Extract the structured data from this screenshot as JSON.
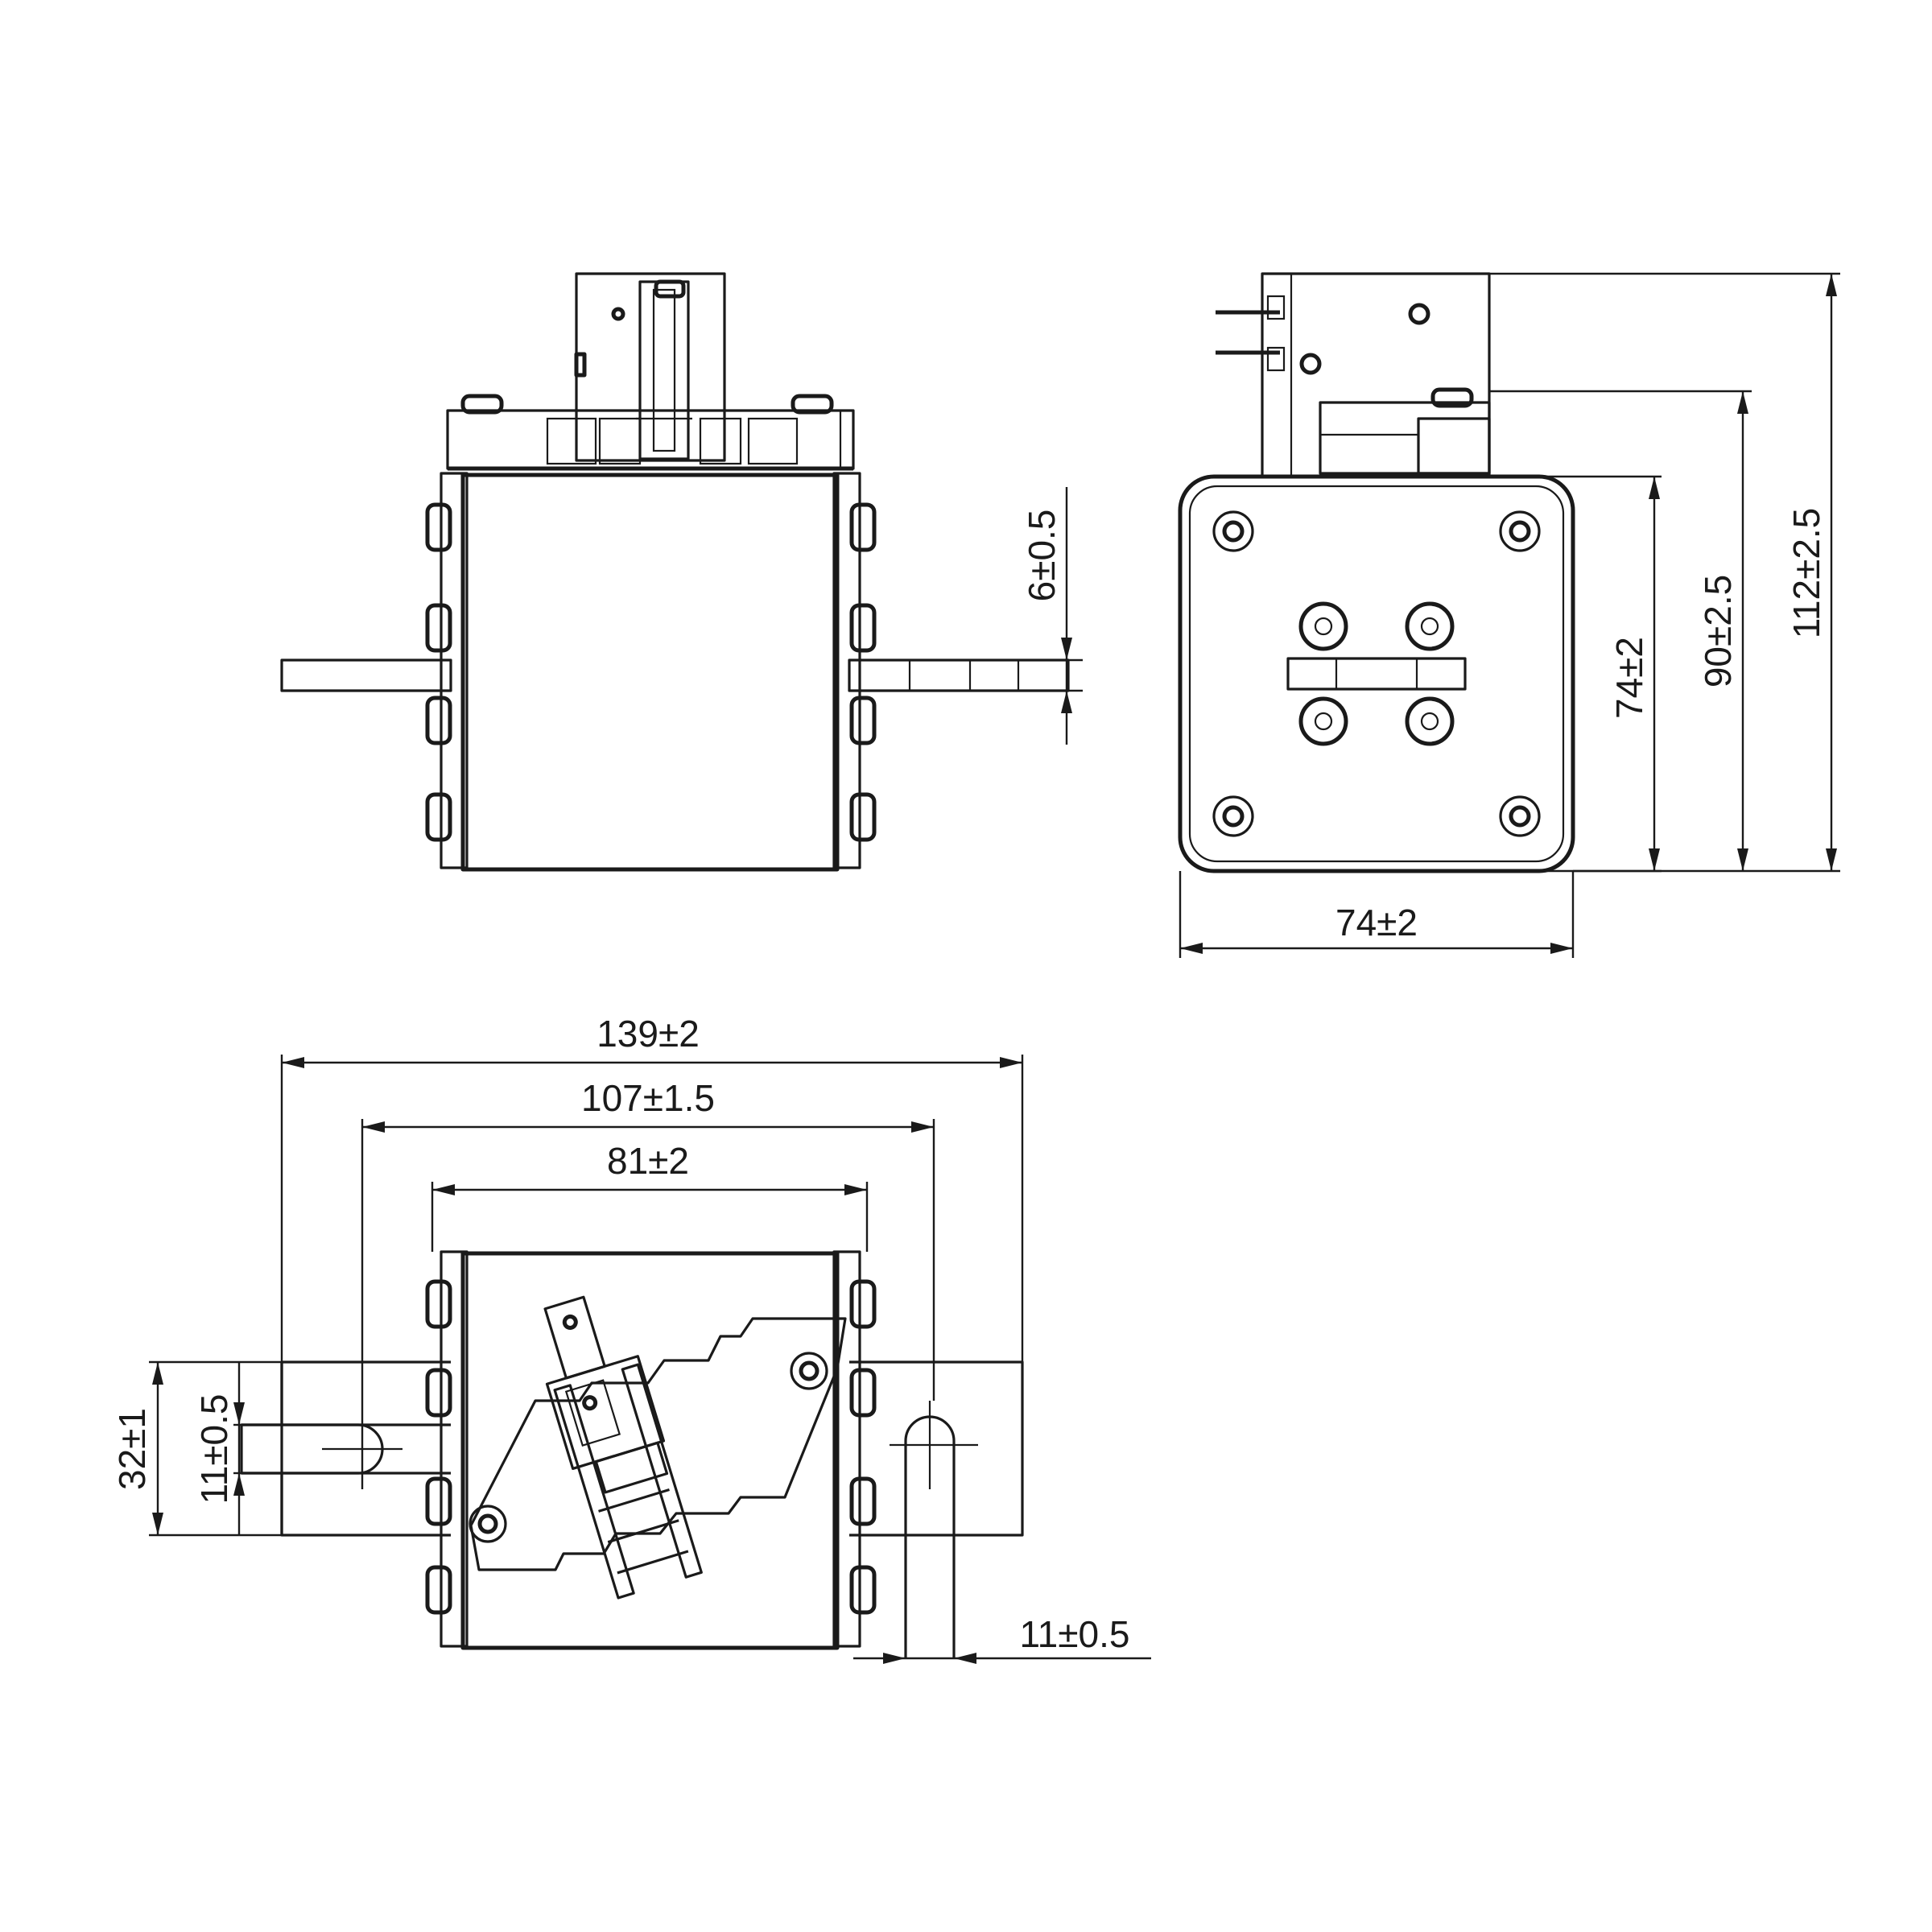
{
  "dimensions": {
    "terminal_thickness": "6±0.5",
    "body_height": "74±2",
    "body_width": "74±2",
    "height_to_top_rail": "90±2.5",
    "overall_height": "112±2.5",
    "overall_length": "139±2",
    "slot_centers": "107±1.5",
    "body_length": "81±2",
    "blade_width": "32±1",
    "slot_width_left": "11±0.5",
    "slot_width_right": "11±0.5"
  },
  "views": [
    "front-view",
    "side-view",
    "top-view"
  ]
}
